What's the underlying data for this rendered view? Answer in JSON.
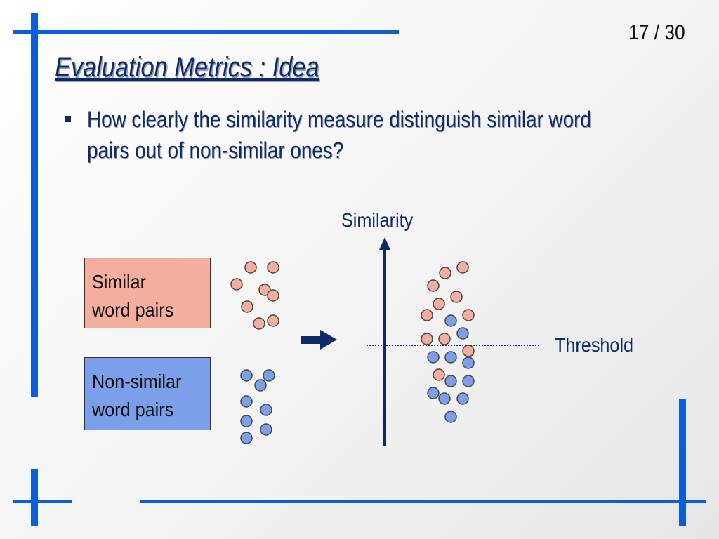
{
  "slide": {
    "page_number": "17 / 30",
    "title": "Evaluation Metrics : Idea",
    "bullet": "How clearly the similarity measure distinguish similar word pairs out of non-similar ones?"
  },
  "diagram": {
    "similar_label_line1": "Similar",
    "similar_label_line2": "word pairs",
    "nonsimilar_label_line1": "Non-similar",
    "nonsimilar_label_line2": "word pairs",
    "axis_label": "Similarity",
    "threshold_label": "Threshold"
  },
  "colors": {
    "similar_fill": "#f3aea0",
    "nonsimilar_fill": "#7b9fe8",
    "accent_blue": "#0b5ed7",
    "text_navy": "#0e2a6b"
  }
}
